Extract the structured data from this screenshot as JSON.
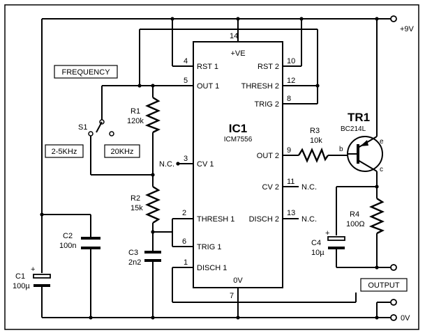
{
  "ic": {
    "name": "IC1",
    "part": "ICM7556",
    "pins": {
      "vcc": "+VE",
      "rst1": "RST 1",
      "rst2": "RST 2",
      "out1": "OUT 1",
      "thresh2": "THRESH 2",
      "trig2": "TRIG 2",
      "cv1": "CV 1",
      "out2": "OUT 2",
      "cv2": "CV 2",
      "thresh1": "THRESH 1",
      "disch2": "DISCH 2",
      "trig1": "TRIG 1",
      "disch1": "DISCH 1",
      "gnd": "0V"
    },
    "pin_numbers": {
      "p14": "14",
      "p4": "4",
      "p10": "10",
      "p5": "5",
      "p12": "12",
      "p8": "8",
      "p3": "3",
      "p9": "9",
      "p11": "11",
      "p2": "2",
      "p13": "13",
      "p6": "6",
      "p1": "1",
      "p7": "7"
    }
  },
  "nc": "N.C.",
  "labels": {
    "frequency": "FREQUENCY",
    "output": "OUTPUT",
    "supply": "+9V",
    "ground": "0V",
    "range_low": "2-5KHz",
    "range_high": "20KHz"
  },
  "components": {
    "s1": "S1",
    "r1_name": "R1",
    "r1_value": "120k",
    "r2_name": "R2",
    "r2_value": "15k",
    "r3_name": "R3",
    "r3_value": "10k",
    "r4_name": "R4",
    "r4_value": "100Ω",
    "c1_name": "C1",
    "c1_value": "100µ",
    "c2_name": "C2",
    "c2_value": "100n",
    "c3_name": "C3",
    "c3_value": "2n2",
    "c4_name": "C4",
    "c4_value": "10µ",
    "tr1_name": "TR1",
    "tr1_part": "BC214L",
    "tr1_e": "e",
    "tr1_b": "b",
    "tr1_c": "c",
    "plus": "+"
  }
}
